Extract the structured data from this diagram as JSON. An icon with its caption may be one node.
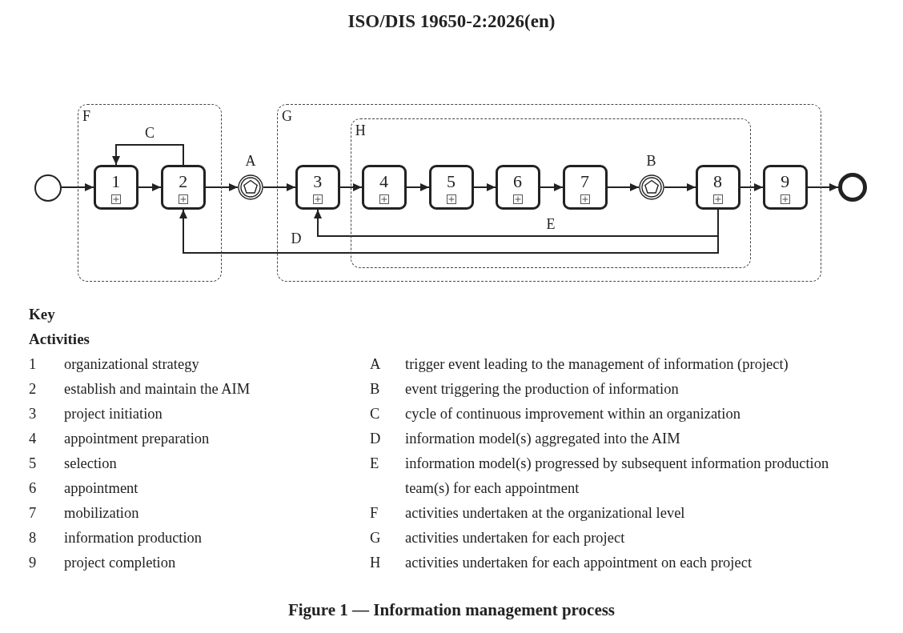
{
  "diagram": {
    "title": "ISO/DIS 19650-2:2026(en)",
    "caption": "Figure 1 — Information management process",
    "nodes": [
      {
        "text": [
          "F"
        ]
      },
      {
        "text": [
          "G"
        ]
      },
      {
        "text": [
          "H"
        ],
        "in": 1
      },
      {
        "text": [],
        "shape": "circle"
      },
      {
        "text": [
          "1"
        ],
        "in": 0
      },
      {
        "text": [
          "2"
        ],
        "in": 0
      },
      {
        "text": [
          "A"
        ]
      },
      {
        "text": [
          "3"
        ],
        "in": 1
      },
      {
        "text": [
          "4"
        ],
        "in": 2
      },
      {
        "text": [
          "5"
        ],
        "in": 2
      },
      {
        "text": [
          "6"
        ],
        "in": 2
      },
      {
        "text": [
          "7"
        ],
        "in": 2
      },
      {
        "text": [
          "B"
        ],
        "in": 2
      },
      {
        "text": [
          "8"
        ],
        "in": 2
      },
      {
        "text": [
          "9"
        ],
        "in": 1
      },
      {
        "text": [],
        "shape": "circle"
      }
    ],
    "edges": [
      {
        "from": 3,
        "to": 4,
        "arrow": "to"
      },
      {
        "from": 4,
        "to": 5,
        "arrow": "to"
      },
      {
        "from": 5,
        "to": 4,
        "arrow": "to",
        "label": "C"
      },
      {
        "from": 5,
        "to": 6,
        "arrow": "to"
      },
      {
        "from": 6,
        "to": 7,
        "arrow": "to"
      },
      {
        "from": 7,
        "to": 8,
        "arrow": "to"
      },
      {
        "from": 8,
        "to": 9,
        "arrow": "to"
      },
      {
        "from": 9,
        "to": 10,
        "arrow": "to"
      },
      {
        "from": 10,
        "to": 11,
        "arrow": "to"
      },
      {
        "from": 11,
        "to": 12,
        "arrow": "to"
      },
      {
        "from": 12,
        "to": 13,
        "arrow": "to"
      },
      {
        "from": 13,
        "to": 14,
        "arrow": "to"
      },
      {
        "from": 14,
        "to": 15,
        "arrow": "to"
      },
      {
        "from": 13,
        "to": 7,
        "arrow": "to",
        "label": "E"
      },
      {
        "from": 13,
        "to": 5,
        "arrow": "to",
        "label": "D"
      }
    ],
    "labels": [
      "Key",
      "Activities",
      "1",
      "organizational strategy",
      "2",
      "establish and maintain the AIM",
      "3",
      "project initiation",
      "4",
      "appointment preparation",
      "5",
      "selection",
      "6",
      "appointment",
      "7",
      "mobilization",
      "8",
      "information production",
      "9",
      "project completion",
      "A",
      "trigger event leading to the management of information (project)",
      "B",
      "event triggering the production of information",
      "C",
      "cycle of continuous improvement within an organization",
      "D",
      "information model(s) aggregated into the AIM",
      "E",
      "information model(s) progressed by subsequent information production team(s) for each appointment",
      "F",
      "activities undertaken at the organizational level",
      "G",
      "activities undertaken for each project",
      "H",
      "activities undertaken for each appointment on each project"
    ]
  }
}
